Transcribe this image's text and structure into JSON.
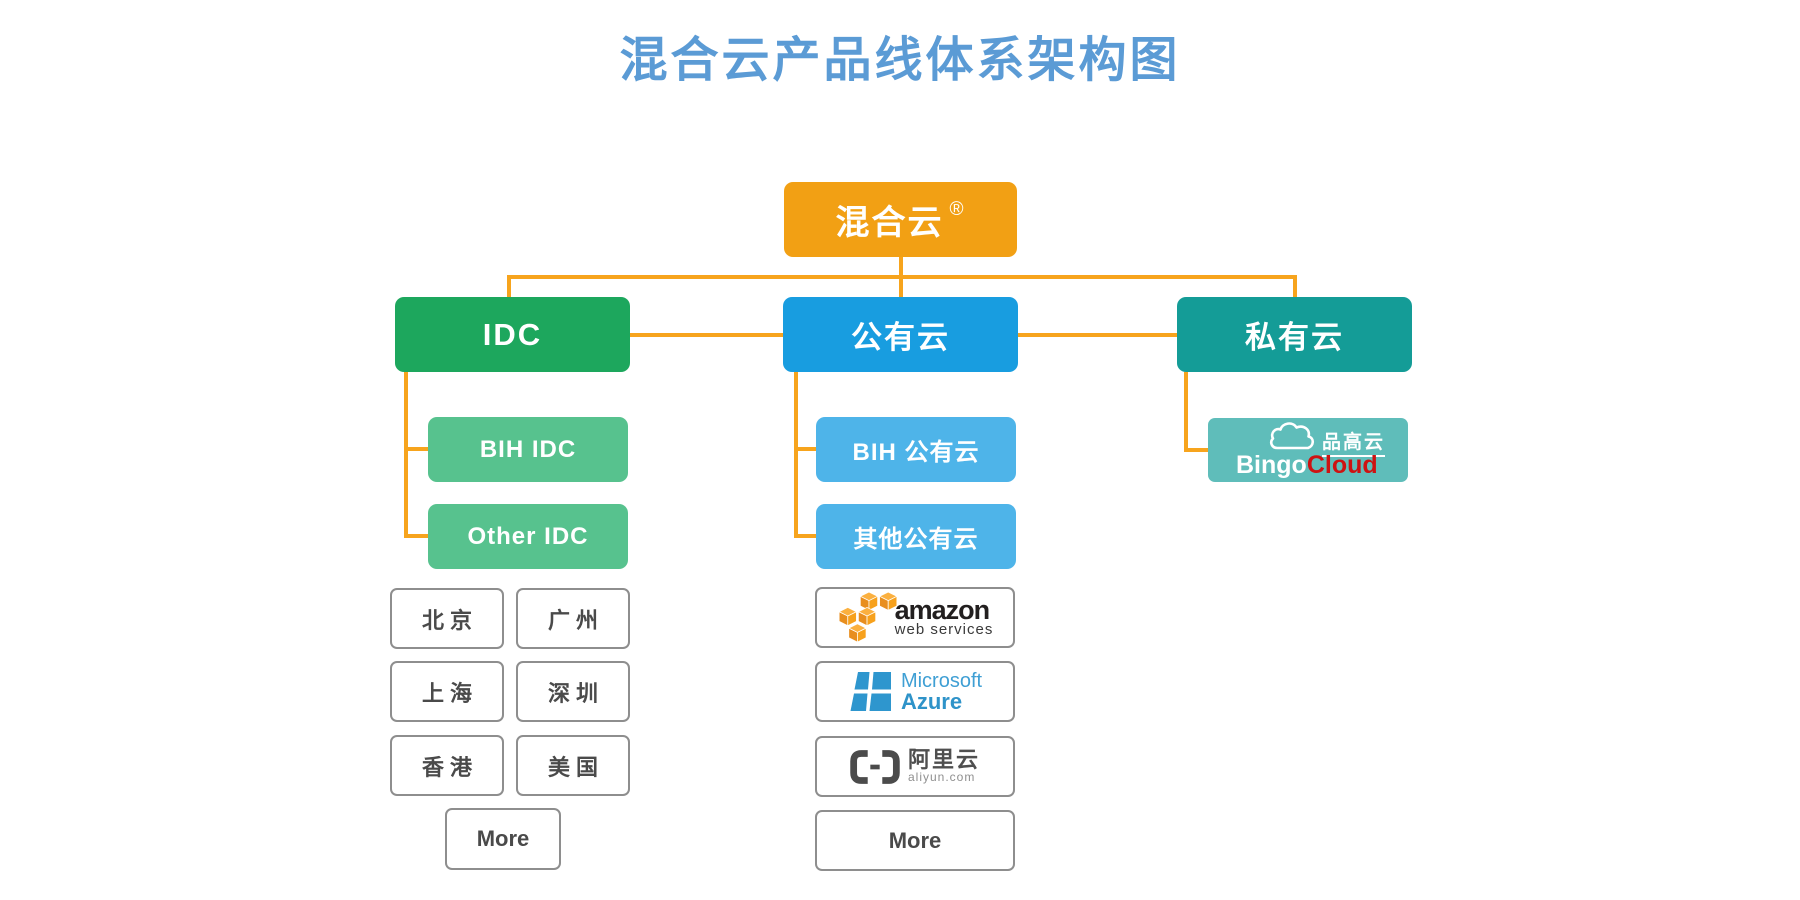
{
  "title": "混合云产品线体系架构图",
  "root": {
    "label": "混合云",
    "mark": "®"
  },
  "branches": {
    "idc": {
      "label": "IDC"
    },
    "public_cloud": {
      "label": "公有云"
    },
    "private_cloud": {
      "label": "私有云"
    }
  },
  "idc_children": {
    "bih": "BIH IDC",
    "other": "Other IDC"
  },
  "public_children": {
    "bih": "BIH 公有云",
    "other": "其他公有云"
  },
  "locations": [
    "北 京",
    "广 州",
    "上 海",
    "深 圳",
    "香 港",
    "美 国"
  ],
  "more": {
    "idc": "More",
    "public_cloud": "More"
  },
  "vendors": {
    "aws": {
      "line1": "amazon",
      "line2": "web services"
    },
    "azure": {
      "line1": "Microsoft",
      "line2": "Azure"
    },
    "aliyun": {
      "line1": "阿里云",
      "line2": "aliyun.com"
    },
    "bingocloud": {
      "cn": "品高云",
      "brand_white": "Bingo",
      "brand_red": "Cloud"
    }
  },
  "colors": {
    "title_text": "#5B9BD5",
    "connector": "#F7A41D",
    "root_bg": "#F2A014",
    "idc_bg": "#1DA75D",
    "idc_child_bg": "#57C28E",
    "public_bg": "#189DE0",
    "public_child_bg": "#4EB4E9",
    "private_bg": "#149C97",
    "bingocloud_bg": "#5FBDBA",
    "bingocloud_red": "#CE1212",
    "plain_box_border": "#8E8E8E",
    "plain_box_text": "#4A4A4A"
  }
}
